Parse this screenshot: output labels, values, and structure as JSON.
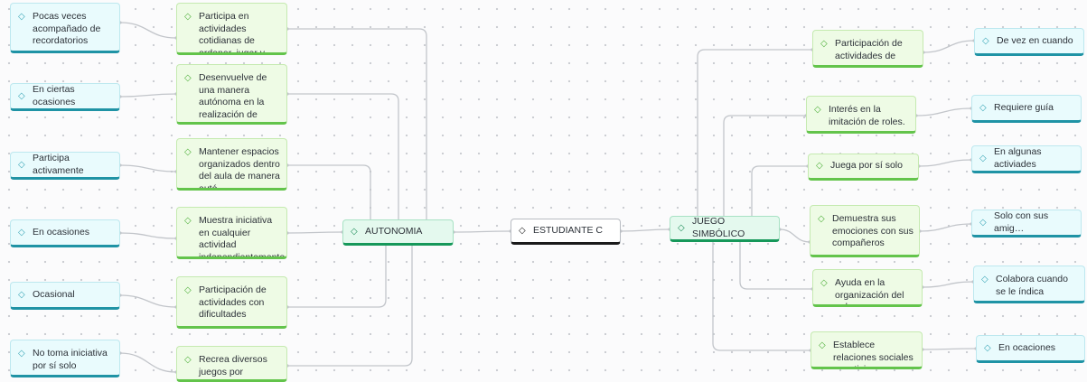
{
  "colors": {
    "leaf_accent": "#1f93a5",
    "mid_accent": "#63c44b",
    "hub_accent": "#16985a",
    "root_accent": "#1a1a1a",
    "connector": "#c2c5ca"
  },
  "icons": {
    "node_marker": "diamond-icon"
  },
  "root": {
    "label": "ESTUDIANTE C"
  },
  "autonomia": {
    "label": "AUTONOMIA",
    "items": [
      {
        "text": "Participa en actividades cotidianas de ordenar, jugar y guardar",
        "answer": "Pocas veces acompañado de recordatorios"
      },
      {
        "text": "Desenvuelve de una manera autónoma en la realización de actividades.",
        "answer": "En ciertas ocasiones"
      },
      {
        "text": "Mantener espacios organizados dentro del aula de manera autó…",
        "answer": "Participa activamente"
      },
      {
        "text": "Muestra iniciativa en cualquier actividad independientemente.",
        "answer": "En ocasiones"
      },
      {
        "text": "Participación de actividades con dificultades",
        "answer": "Ocasional"
      },
      {
        "text": "Recrea diversos juegos por iniciativa personal.",
        "answer": "No toma iniciativa por sí solo"
      }
    ]
  },
  "juego": {
    "label": "JUEGO SIMBÓLICO",
    "items": [
      {
        "text": "Participación de actividades de mane…",
        "answer": "De vez en cuando"
      },
      {
        "text": "Interés en la imitación de roles.",
        "answer": "Requiere guía"
      },
      {
        "text": "Juega por sí solo",
        "answer": "En algunas activiades"
      },
      {
        "text": "Demuestra sus emociones con sus compañeros",
        "answer": "Solo con sus amig…"
      },
      {
        "text": "Ayuda en la organización del aula",
        "answer": "Colabora cuando se le índica"
      },
      {
        "text": "Establece relaciones sociales y participa",
        "answer": "En ocaciones"
      }
    ]
  }
}
